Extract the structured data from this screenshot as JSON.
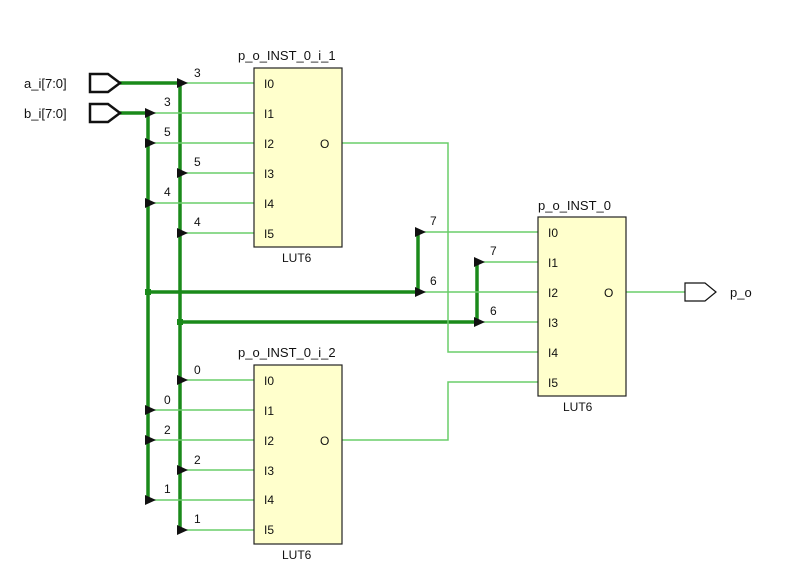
{
  "ports": {
    "a_i": "a_i[7:0]",
    "b_i": "b_i[7:0]",
    "p_o": "p_o"
  },
  "cells": [
    {
      "name": "p_o_INST_0_i_1",
      "type": "LUT6",
      "inputs": [
        "I0",
        "I1",
        "I2",
        "I3",
        "I4",
        "I5"
      ],
      "output": "O",
      "input_bits": [
        "3",
        "3",
        "5",
        "5",
        "4",
        "4"
      ]
    },
    {
      "name": "p_o_INST_0_i_2",
      "type": "LUT6",
      "inputs": [
        "I0",
        "I1",
        "I2",
        "I3",
        "I4",
        "I5"
      ],
      "output": "O",
      "input_bits": [
        "0",
        "0",
        "2",
        "2",
        "1",
        "1"
      ]
    },
    {
      "name": "p_o_INST_0",
      "type": "LUT6",
      "inputs": [
        "I0",
        "I1",
        "I2",
        "I3",
        "I4",
        "I5"
      ],
      "output": "O",
      "input_bits": [
        "7",
        "7",
        "6",
        "6",
        "",
        ""
      ]
    }
  ],
  "colors": {
    "bus": "#1a8a1a",
    "net": "#6acd6a",
    "cell_fill": "#ffffcc",
    "cell_stroke": "#222222"
  }
}
